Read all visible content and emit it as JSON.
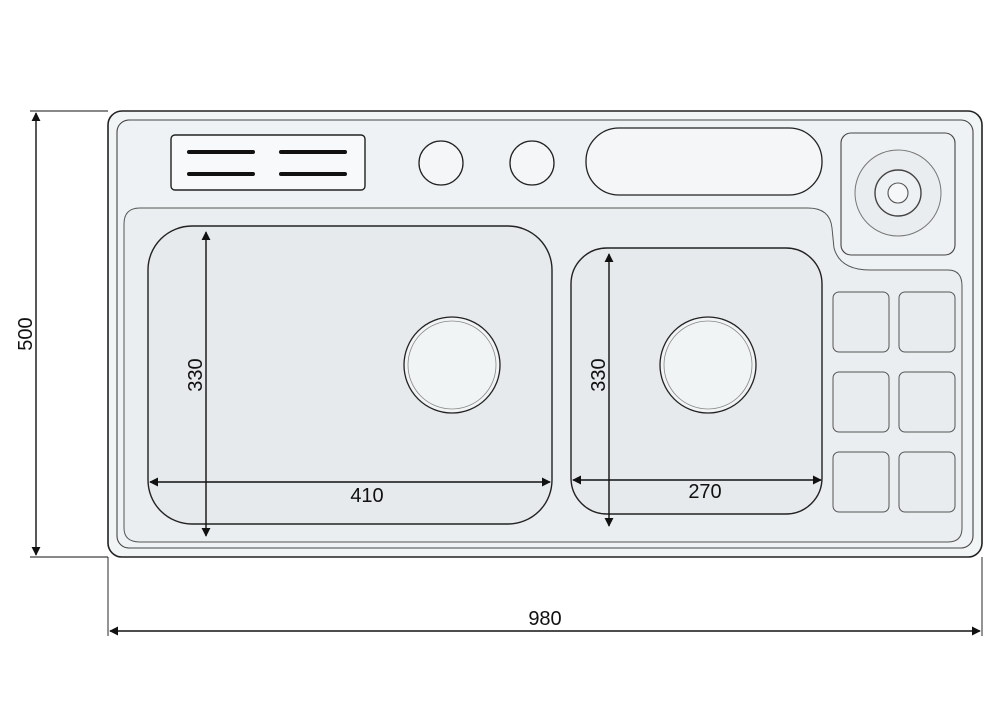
{
  "dimensions": {
    "total_width": "980",
    "total_height": "500",
    "main_bowl_width": "410",
    "main_bowl_depth": "330",
    "small_bowl_width": "270",
    "small_bowl_depth": "330"
  },
  "colors": {
    "outline": "#222222",
    "deck_fill": "#eef2f4",
    "bowl_fill": "#e6eaec",
    "dimension_line": "#111111"
  }
}
